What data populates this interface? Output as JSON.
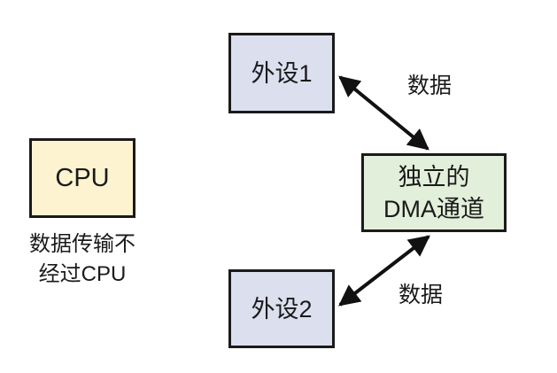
{
  "colors": {
    "background": "#ffffff",
    "box_border": "#1a1a1a",
    "arrow": "#111111",
    "text": "#1a1a1a",
    "cpu_fill": "#fdf3d0",
    "peripheral_fill": "#dbdfee",
    "dma_fill": "#e2efda"
  },
  "nodes": {
    "peripheral1": {
      "label": "外设1"
    },
    "cpu": {
      "label": "CPU"
    },
    "dma": {
      "line1": "独立的",
      "line2": "DMA通道"
    },
    "peripheral2": {
      "label": "外设2"
    }
  },
  "edges": {
    "top": {
      "label": "数据"
    },
    "bottom": {
      "label": "数据"
    }
  },
  "caption": {
    "line1": "数据传输不",
    "line2": "经过CPU"
  }
}
